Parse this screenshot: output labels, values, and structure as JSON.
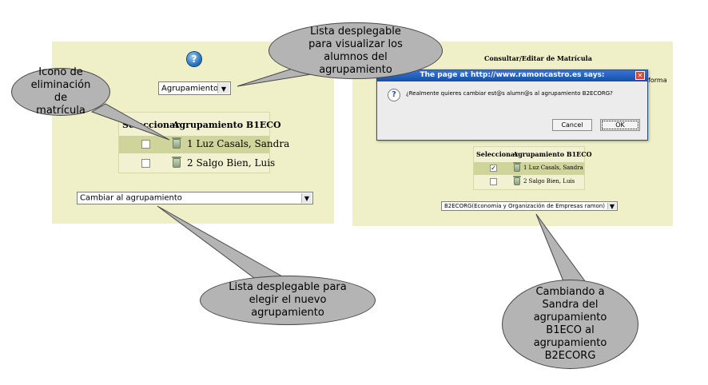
{
  "left_panel": {
    "help_icon": "help-icon",
    "agrupamiento_select": {
      "value": "Agrupamiento"
    },
    "table": {
      "headers": [
        "Seleccionar",
        "Agrupamiento B1ECO"
      ],
      "rows": [
        {
          "name": "1 Luz Casals, Sandra",
          "checked": false,
          "highlighted": true
        },
        {
          "name": "2 Salgo Bien, Luis",
          "checked": false,
          "highlighted": false
        }
      ]
    },
    "cambiar_select": {
      "value": "Cambiar al agrupamiento"
    }
  },
  "right_panel": {
    "title": "Consultar/Editar de Matrícula",
    "behind_text": "nforma",
    "dialog": {
      "title": "The page at http://www.ramoncastro.es says:",
      "message": "¿Realmente quieres cambiar est@s alumn@s al agrupamiento B2ECORG?",
      "cancel_label": "Cancel",
      "ok_label": "OK"
    },
    "table": {
      "headers": [
        "Seleccionar",
        "Agrupamiento B1ECO"
      ],
      "rows": [
        {
          "name": "1 Luz Casals, Sandra",
          "checked": true,
          "check_mark": "✓",
          "highlighted": true
        },
        {
          "name": "2 Salgo Bien, Luis",
          "checked": false,
          "check_mark": "",
          "highlighted": false
        }
      ]
    },
    "select": {
      "value": "B2ECORG(Economía y Organización de Empresas ramon)"
    }
  },
  "callouts": {
    "lista_alumnos": "Lista desplegable para visualizar los alumnos del agrupamiento",
    "icono": "Icono de eliminación de matrícula",
    "lista_nuevo": "Lista desplegable para elegir el nuevo agrupamiento",
    "cambiando": "Cambiando a Sandra del agrupamiento B1ECO al agrupamiento B2ECORG"
  },
  "colors": {
    "panel_bg": "#efefc8",
    "row_highlight": "#cfd59a",
    "callout_fill": "#b4b4b4",
    "dialog_titlebar": "#1a4dab"
  }
}
